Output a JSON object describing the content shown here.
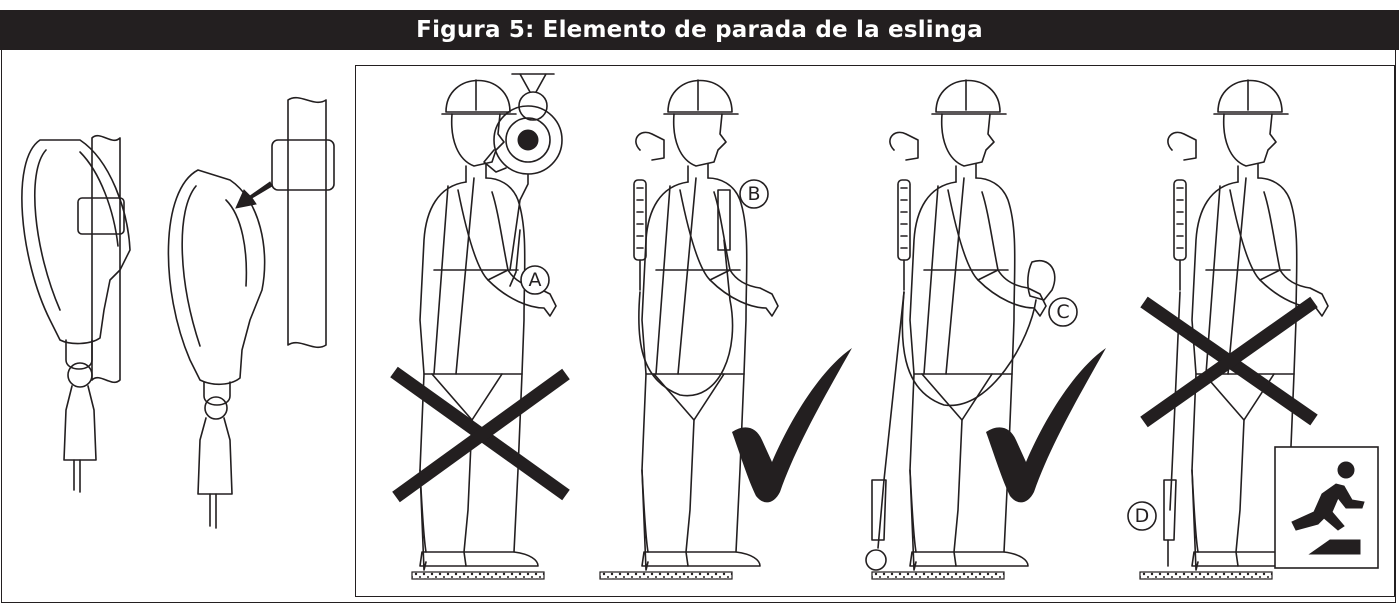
{
  "header": {
    "title": "Figura 5: Elemento de parada de la eslinga"
  },
  "colors": {
    "header_bg": "#231f20",
    "header_text": "#ffffff",
    "ink": "#231f20"
  },
  "scenes": [
    {
      "id": "A",
      "verdict": "incorrect"
    },
    {
      "id": "B",
      "verdict": "correct"
    },
    {
      "id": "C",
      "verdict": "correct"
    },
    {
      "id": "D",
      "verdict": "incorrect"
    }
  ],
  "callouts": {
    "a": "A",
    "b": "B",
    "c": "C",
    "d": "D"
  },
  "icons": {
    "trip_hazard": "trip-hazard-icon"
  }
}
